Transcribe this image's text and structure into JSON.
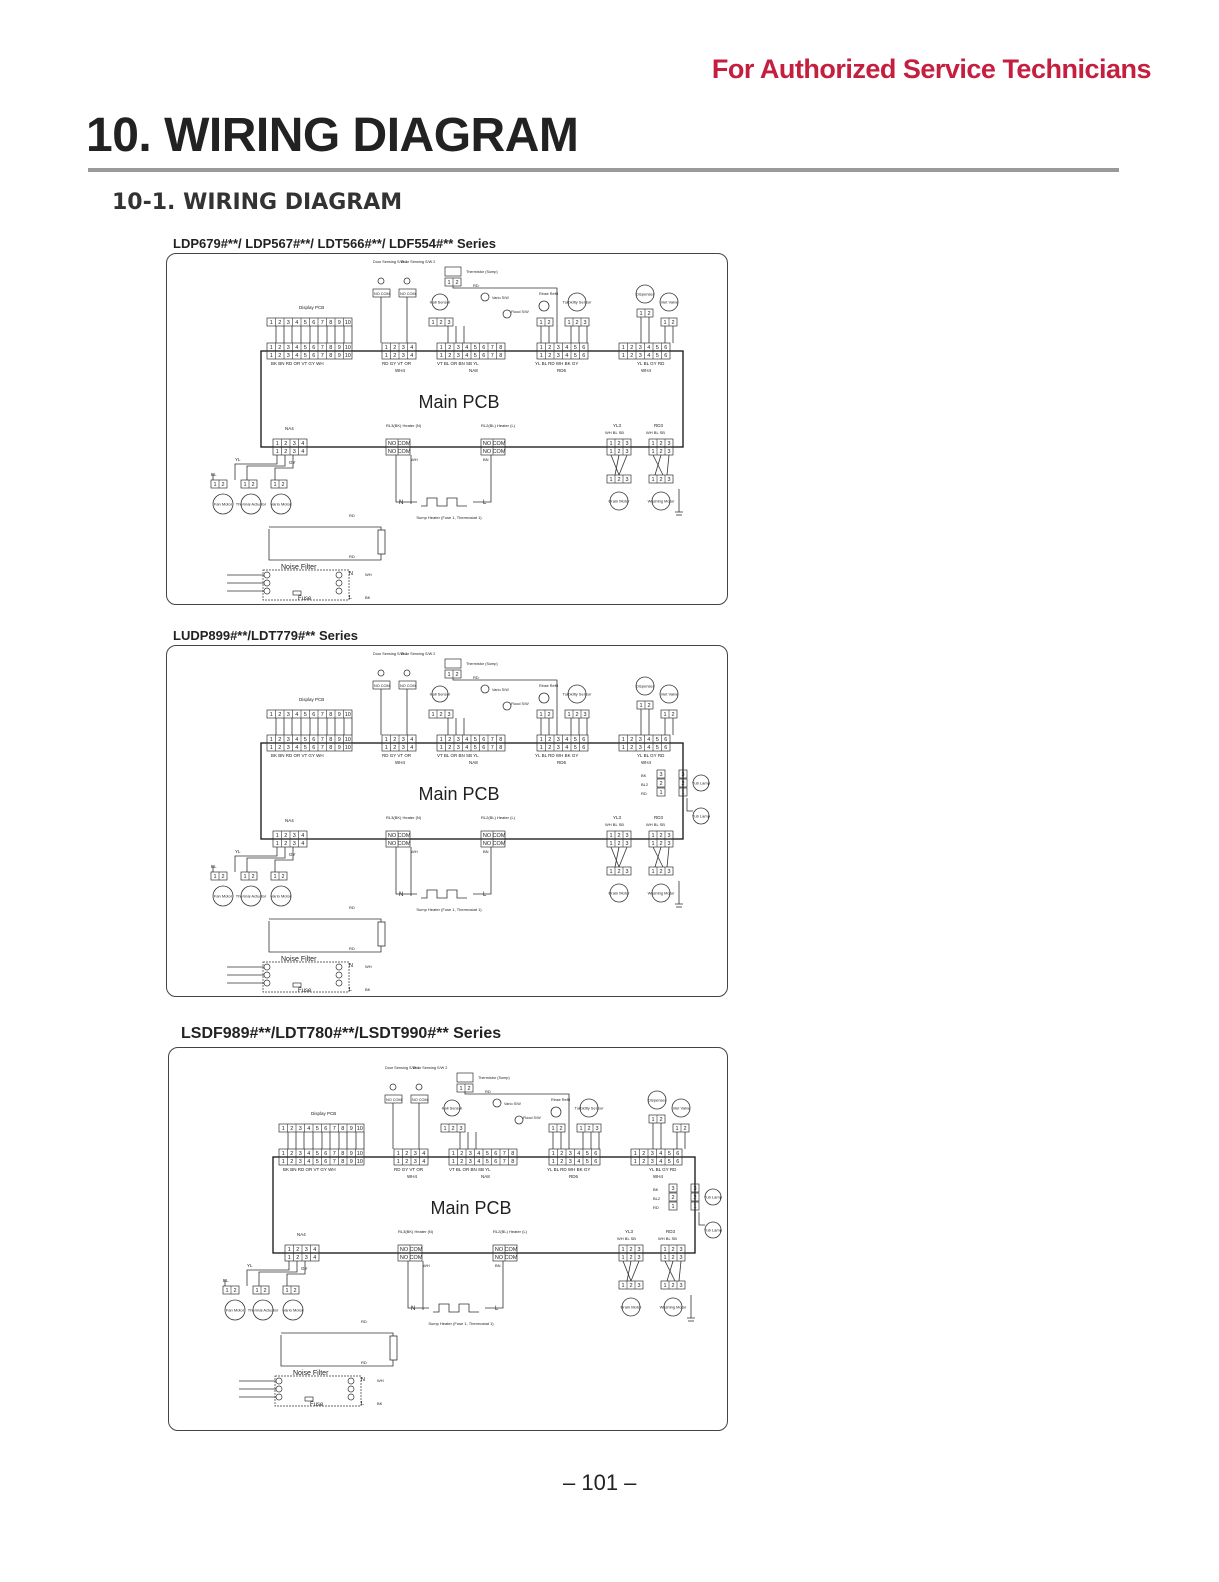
{
  "header": {
    "note": "For Authorized Service Technicians"
  },
  "page": {
    "title": "10. WIRING DIAGRAM",
    "number": "– 101 –"
  },
  "section": {
    "title": "10-1. WIRING DIAGRAM"
  },
  "diagrams": [
    {
      "series": "LDP679#**/ LDP567#**/ LDT566#**/ LDF554#** Series",
      "pcb_label": "Main PCB",
      "noise_filter_label": "Noise Filter",
      "fuse_label": "Fuse",
      "has_tub_lamp": false
    },
    {
      "series": "LUDP899#**/LDT779#** Series",
      "pcb_label": "Main PCB",
      "noise_filter_label": "Noise Filter",
      "fuse_label": "Fuse",
      "has_tub_lamp": true
    },
    {
      "series": "LSDF989#**/LDT780#**/LSDT990#** Series",
      "pcb_label": "Main PCB",
      "noise_filter_label": "Noise Filter",
      "fuse_label": "Fuse",
      "has_tub_lamp": true
    }
  ],
  "components": {
    "door_sensing_1": "Door Sensing S/W 1",
    "door_sensing_2": "Door Sensing S/W 2",
    "thermistor": "Thermistor (Sump)",
    "hall_sensor": "Hall Sensor",
    "vario_sw": "Vario S/W",
    "flood_sw": "Flood S/W",
    "rinse_refill": "Rinse Refill",
    "turbidity_sensor": "Turbidity Sensor",
    "dispenser": "Dispenser",
    "inlet_valve": "Inlet Valve",
    "display_pcb": "Display PCB",
    "fan_motor": "Fan Motor",
    "thermal_actuator": "Thermal Actuator",
    "vario_motor": "Vario Motor",
    "drain_motor": "Drain Motor",
    "washing_motor": "Washing Motor",
    "sump_heater": "Sump Heater (Fuse 1, Thermostat 1)",
    "relay_n": "RL3(BK) Heater (N)",
    "relay_l": "RL2(BL) Heater (L)",
    "tub_lamp": "Tub Lamp",
    "connectors": {
      "na4": "NA4",
      "na8": "NA8",
      "wh4": "WH4",
      "rd6": "RD6",
      "yl3": "YL3",
      "rd3": "RD3",
      "bl2": "BL2"
    },
    "no_com": "NO COM",
    "terminal_n": "N",
    "terminal_l": "L",
    "pins_10": "1 2 3 4 5 6 7 8 9 10",
    "pins_8": "1 2 3 4 5 6 7 8",
    "pins_6": "1 2 3 4 5 6",
    "pins_4": "1 2 3 4",
    "pins_3": "1 2 3",
    "pins_2": "1 2",
    "wire_colors_display": "BK BN RD OR   VT GY WH",
    "wire_colors_wh4": "RD GY VT OR",
    "wire_colors_na8": "VT BL OR   BN SB YL",
    "wire_colors_rd6": "YL BL RD WH BK GY",
    "wire_colors_wh6": "YL BL GY RD",
    "wire_colors_yl3": "WH BL SB",
    "wire_colors_rd3": "WH BL SB",
    "wire_rd": "RD",
    "wire_wh": "WH",
    "wire_bk": "BK",
    "wire_bl": "BL",
    "wire_yl": "YL",
    "wire_gy": "GY",
    "wire_bn": "BN"
  },
  "colors": {
    "accent": "#c41f3e",
    "rule": "#9a9a9a",
    "line": "#333333"
  }
}
